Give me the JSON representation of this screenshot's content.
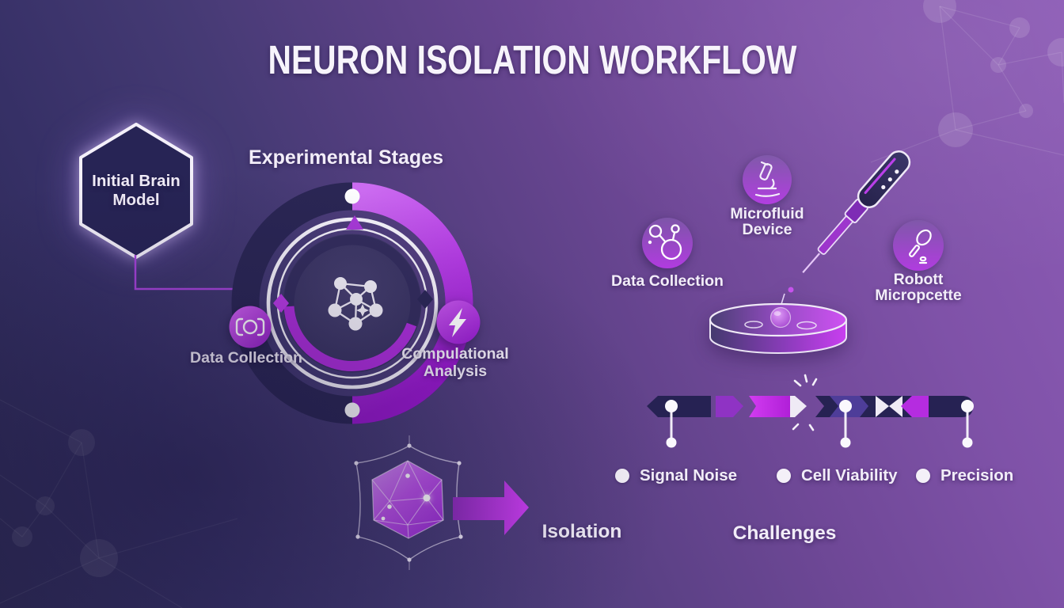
{
  "title": "NEURON ISOLATION WORKFLOW",
  "hexagon": {
    "line1": "Initial Brain",
    "line2": "Model"
  },
  "stages": {
    "heading": "Experimental Stages",
    "left_label": "Data Collection",
    "right_line1": "Compulational",
    "right_line2": "Analysis"
  },
  "equipment": {
    "data_collection": "Data Collection",
    "microfluid_line1": "Microfluid",
    "microfluid_line2": "Device",
    "pipette_line1": "Robott",
    "pipette_line2": "Micropcette"
  },
  "flow": {
    "isolation": "Isolation",
    "challenges": "Challenges"
  },
  "challenge_items": [
    "Signal Noise",
    "Cell Viability",
    "Precision"
  ],
  "colors": {
    "accent_magenta": "#b832e0",
    "dark_navy": "#262253",
    "background_dark": "#2b2852",
    "background_light": "#8d5cb6",
    "white": "#f5f2fa"
  }
}
